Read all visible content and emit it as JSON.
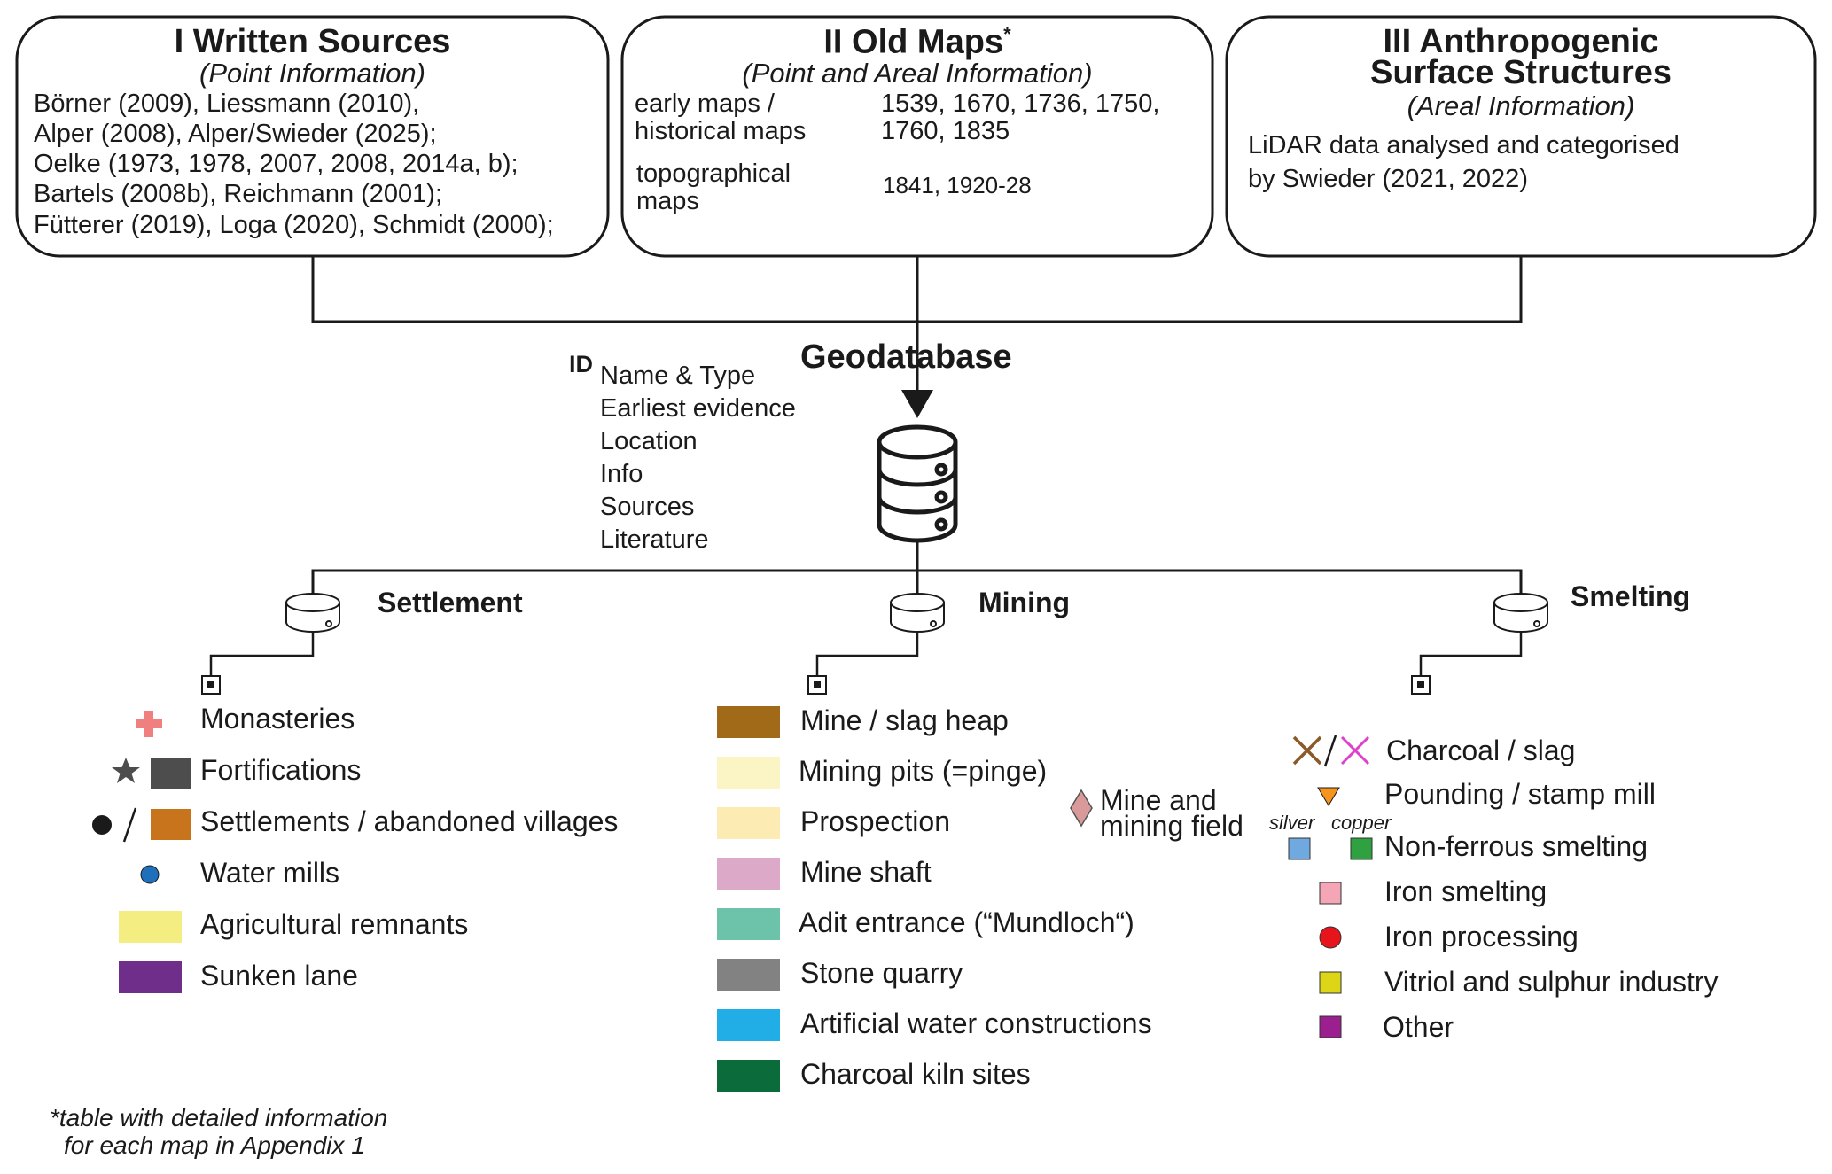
{
  "boxes": {
    "written": {
      "title": "I Written Sources",
      "subtitle": "(Point Information)",
      "lines": [
        "Börner (2009), Liessmann (2010),",
        "Alper (2008), Alper/Swieder (2025);",
        "Oelke (1973, 1978, 2007, 2008, 2014a, b);",
        "Bartels (2008b), Reichmann (2001);",
        "Fütterer (2019), Loga (2020), Schmidt (2000);"
      ]
    },
    "maps": {
      "title": "II Old Maps",
      "title_mark": "*",
      "subtitle": "(Point and Areal Information)",
      "early_label_1": "early maps /",
      "early_label_2": "historical maps",
      "early_years_1": "1539, 1670, 1736, 1750,",
      "early_years_2": "1760, 1835",
      "topo_label_1": "topographical",
      "topo_label_2": "maps",
      "topo_years": "1841, 1920-28"
    },
    "anthro": {
      "title_1": "III Anthropogenic",
      "title_2": "Surface Structures",
      "subtitle": "(Areal Information)",
      "line_1": "LiDAR data analysed and categorised",
      "line_2": "by Swieder (2021, 2022)"
    }
  },
  "geodatabase": {
    "title": "Geodatabase",
    "id_label": "ID",
    "fields": [
      "Name & Type",
      "Earliest evidence",
      "Location",
      "Info",
      "Sources",
      "Literature"
    ]
  },
  "categories": {
    "settlement": {
      "title": "Settlement",
      "items": {
        "monasteries": "Monasteries",
        "fortifications": "Fortifications",
        "settlements": "Settlements / abandoned villages",
        "watermills": "Water mills",
        "agri": "Agricultural remnants",
        "sunken": "Sunken lane"
      }
    },
    "mining": {
      "title": "Mining",
      "items": {
        "mine_slag": "Mine / slag heap",
        "pits": "Mining pits (=pinge)",
        "prospection": "Prospection",
        "shaft": "Mine shaft",
        "adit": "Adit entrance (“Mundloch“)",
        "quarry": "Stone quarry",
        "water": "Artificial water constructions",
        "charcoal_kiln": "Charcoal kiln sites",
        "field_1": "Mine and",
        "field_2": "mining field"
      }
    },
    "smelting": {
      "title": "Smelting",
      "items": {
        "charcoal_slag": "Charcoal / slag",
        "pounding": "Pounding / stamp mill",
        "silver": "silver",
        "copper": "copper",
        "nonferrous": "Non-ferrous smelting",
        "iron_smelting": "Iron smelting",
        "iron_processing": "Iron processing",
        "vitriol": "Vitriol and sulphur industry",
        "other": "Other"
      }
    }
  },
  "footnote": {
    "line_1": "*table with detailed information",
    "line_2": "for each map in Appendix 1"
  },
  "colors": {
    "monastery": "#f08080",
    "fortification": "#4d4d4d",
    "settlement": "#c8741c",
    "watermill": "#1f6fba",
    "agri": "#f4ee82",
    "sunken": "#6f2e89",
    "mine_slag": "#a06a18",
    "pits": "#fbf5c6",
    "prospection": "#fdebb4",
    "shaft": "#dcaac8",
    "adit": "#6dc2aa",
    "quarry": "#828282",
    "water": "#21aee6",
    "charcoal_kiln": "#0b6b3a",
    "mining_field": "#d99a9a",
    "charcoal_x": "#8b5a2b",
    "slag_x": "#e040d0",
    "pounding": "#f7941d",
    "silver": "#70a8e0",
    "copper": "#2fa140",
    "iron_smelting": "#f4a6b6",
    "iron_processing": "#e8141c",
    "vitriol": "#dcd616",
    "other": "#9b1f8e"
  }
}
